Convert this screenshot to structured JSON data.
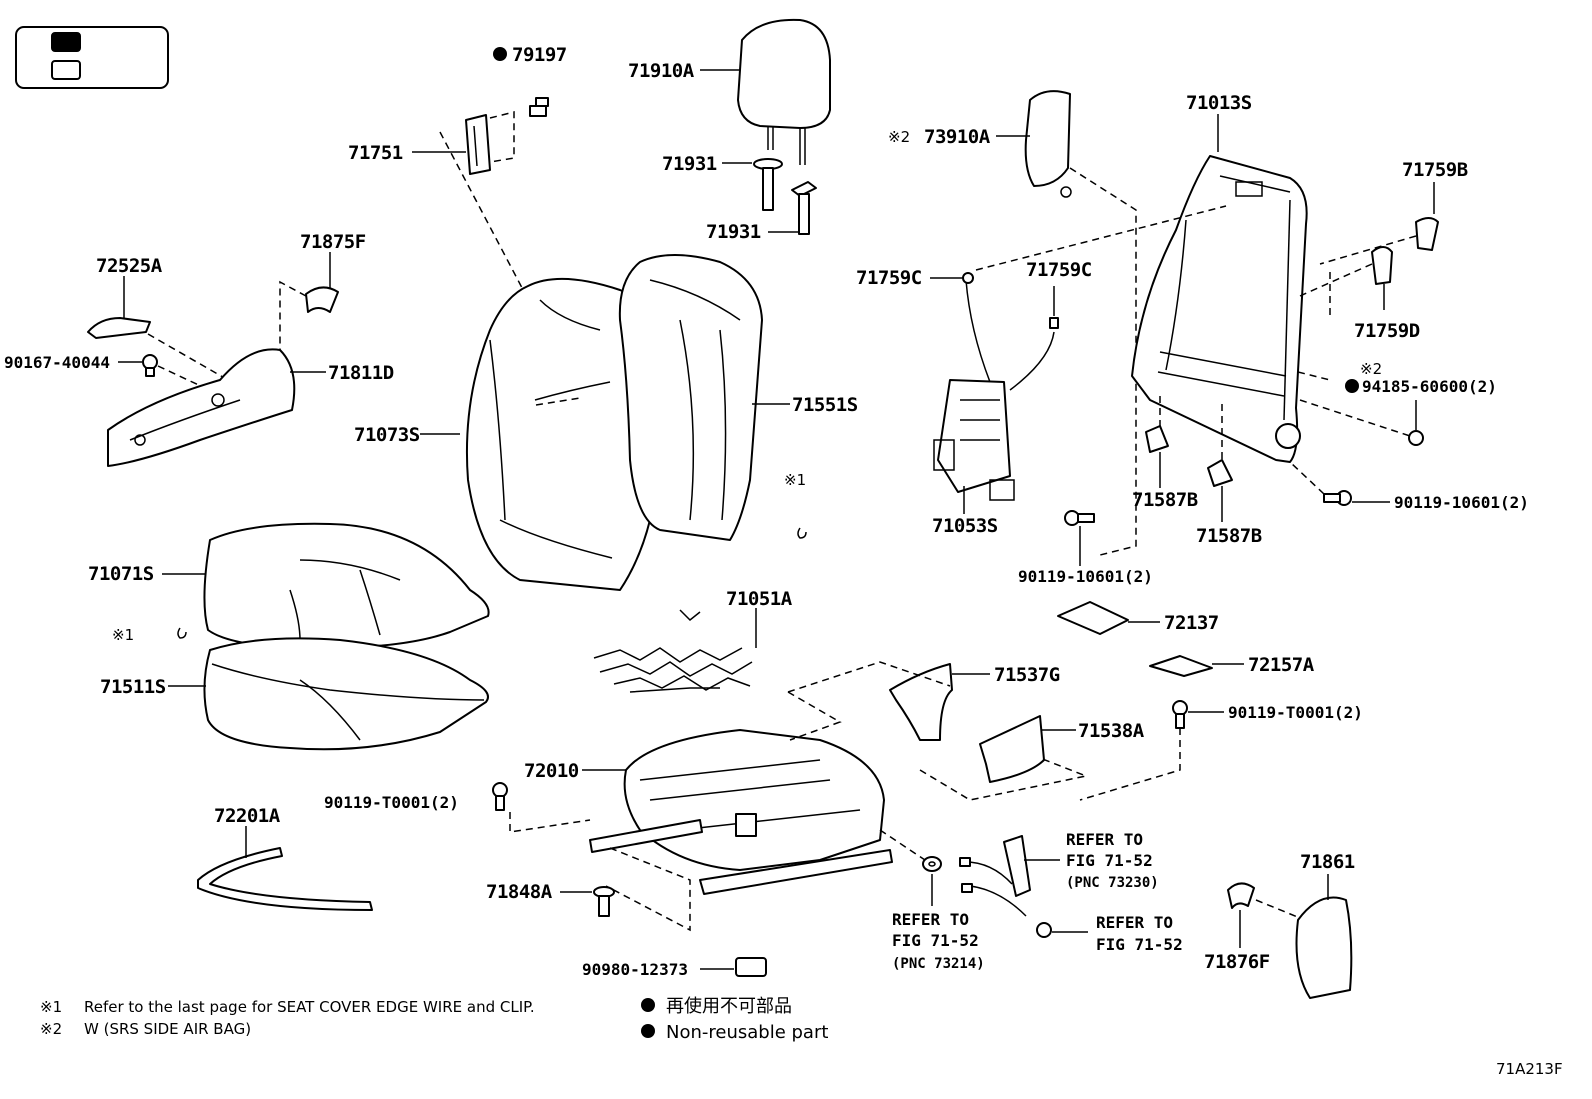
{
  "figure_code": "71A213F",
  "parts": {
    "p79197": "79197",
    "p71910A": "71910A",
    "p71931a": "71931",
    "p71931b": "71931",
    "p71751": "71751",
    "p71875F": "71875F",
    "p72525A": "72525A",
    "p90167": "90167-40044",
    "p71811D": "71811D",
    "p71073S": "71073S",
    "p71551S": "71551S",
    "p73910A": "73910A",
    "p71013S": "71013S",
    "p71759B": "71759B",
    "p71759Ca": "71759C",
    "p71759Cb": "71759C",
    "p71759D": "71759D",
    "p94185": "94185-60600(2)",
    "p71053S": "71053S",
    "p71587Ba": "71587B",
    "p71587Bb": "71587B",
    "p90119_10601a": "90119-10601(2)",
    "p90119_10601b": "90119-10601(2)",
    "p71071S": "71071S",
    "p71511S": "71511S",
    "p71051A": "71051A",
    "p72137": "72137",
    "p72157A": "72157A",
    "p71537G": "71537G",
    "p71538A": "71538A",
    "p90119_T0001a": "90119-T0001(2)",
    "p90119_T0001b": "90119-T0001(2)",
    "p72010": "72010",
    "p72201A": "72201A",
    "p71848A": "71848A",
    "p90980": "90980-12373",
    "p71861": "71861",
    "p71876F": "71876F"
  },
  "marks": {
    "note1": "※1",
    "note2": "※2"
  },
  "refers": {
    "r1_line1": "REFER TO",
    "r1_line2": "FIG 71-52",
    "r1_line3": "(PNC 73230)",
    "r2_line1": "REFER TO",
    "r2_line2": "FIG 71-52",
    "r2_line3": "(PNC 73214)",
    "r3_line1": "REFER TO",
    "r3_line2": "FIG 71-52"
  },
  "footnotes": {
    "n1_mark": "※1",
    "n1_text": "Refer to the last page for SEAT COVER EDGE WIRE and CLIP.",
    "n2_mark": "※2",
    "n2_text": "W (SRS SIDE AIR BAG)"
  },
  "legend": {
    "jp": "再使用不可部品",
    "en": "Non-reusable part"
  }
}
